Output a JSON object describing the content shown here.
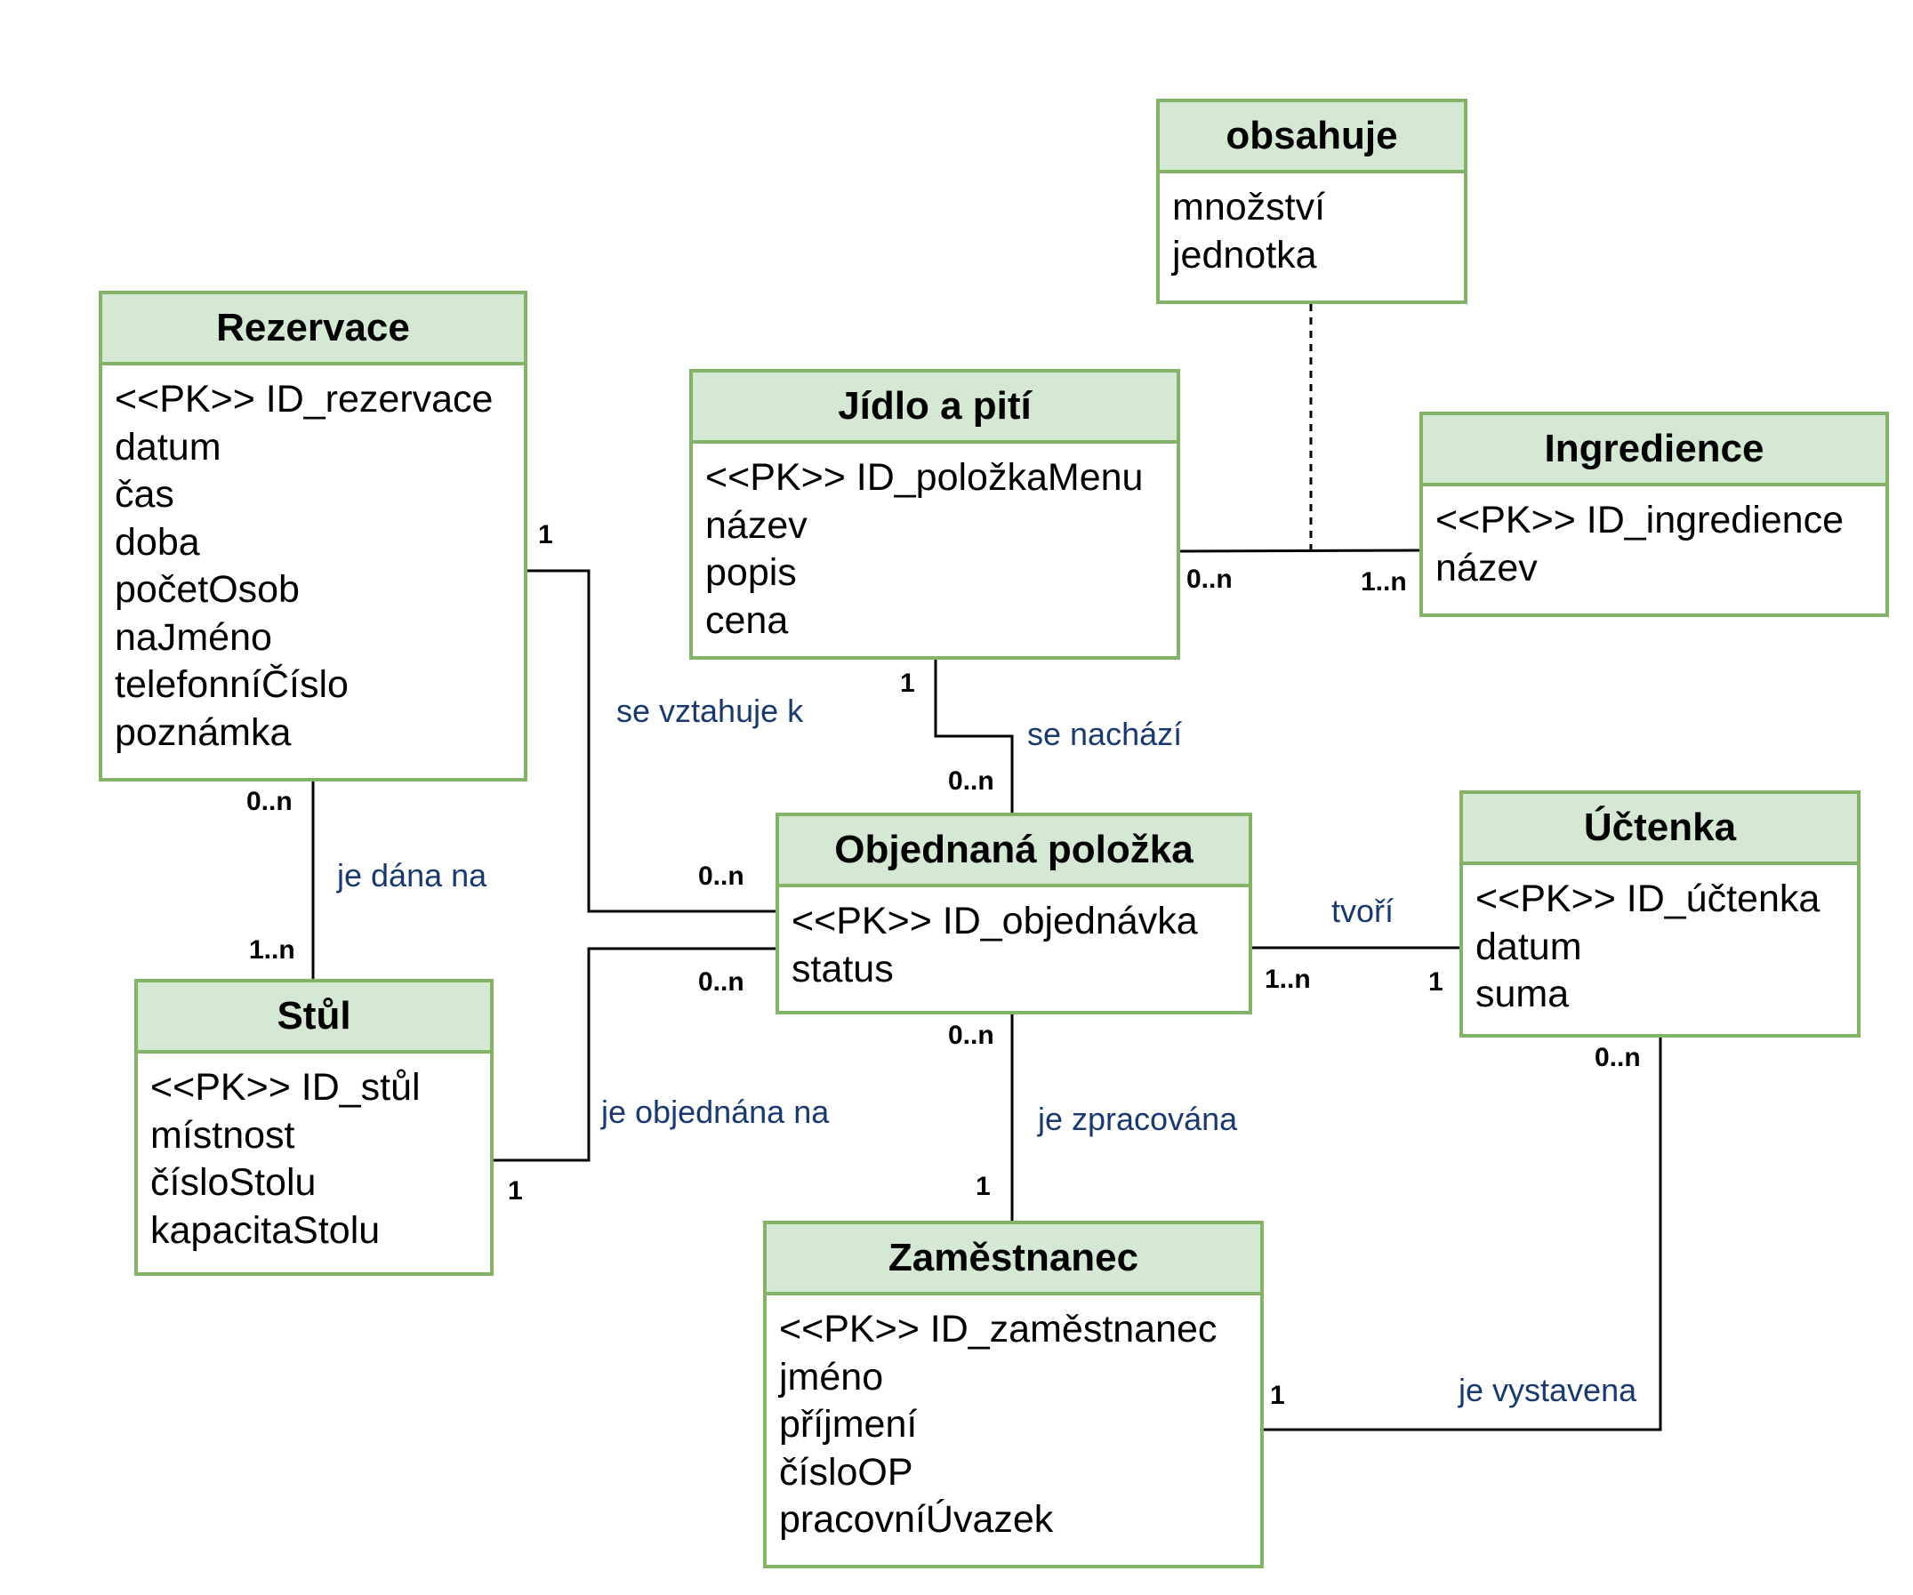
{
  "entities": {
    "obsahuje": {
      "title": "obsahuje",
      "attributes": [
        "množství",
        "jednotka"
      ]
    },
    "rezervace": {
      "title": "Rezervace",
      "attributes": [
        "<<PK>> ID_rezervace",
        "datum",
        "čas",
        "doba",
        "početOsob",
        "naJméno",
        "telefonníČíslo",
        "poznámka"
      ]
    },
    "jidlo": {
      "title": "Jídlo a pití",
      "attributes": [
        "<<PK>> ID_položkaMenu",
        "název",
        "popis",
        "cena"
      ]
    },
    "ingredience": {
      "title": "Ingredience",
      "attributes": [
        "<<PK>> ID_ingredience",
        "název"
      ]
    },
    "objednana": {
      "title": "Objednaná položka",
      "attributes": [
        "<<PK>> ID_objednávka",
        "status"
      ]
    },
    "uctenka": {
      "title": "Účtenka",
      "attributes": [
        "<<PK>> ID_účtenka",
        "datum",
        "suma"
      ]
    },
    "stul": {
      "title": "Stůl",
      "attributes": [
        "<<PK>> ID_stůl",
        "místnost",
        "čísloStolu",
        "kapacitaStolu"
      ]
    },
    "zamestnanec": {
      "title": "Zaměstnanec",
      "attributes": [
        "<<PK>> ID_zaměstnanec",
        "jméno",
        "příjmení",
        "čísloOP",
        "pracovníÚvazek"
      ]
    }
  },
  "relationships": {
    "rez_obj": {
      "label": "se vztahuje k",
      "card_a": "1",
      "card_b": "0..n"
    },
    "rez_stul": {
      "label": "je dána na",
      "card_a": "0..n",
      "card_b": "1..n"
    },
    "jidlo_obj": {
      "label": "se nachází",
      "card_a": "1",
      "card_b": "0..n"
    },
    "jidlo_ingr": {
      "card_a": "0..n",
      "card_b": "1..n"
    },
    "stul_obj": {
      "label": "je objednána na",
      "card_a": "1",
      "card_b": "0..n"
    },
    "obj_uct": {
      "label": "tvoří",
      "card_a": "1..n",
      "card_b": "1"
    },
    "obj_zam": {
      "label": "je zpracována",
      "card_a": "0..n",
      "card_b": "1"
    },
    "uct_zam": {
      "label": "je vystavena",
      "card_a": "0..n",
      "card_b": "1"
    }
  },
  "colors": {
    "entity_border": "#82b366",
    "entity_header": "#d5e8d4",
    "label_text": "#1a3a6e"
  }
}
